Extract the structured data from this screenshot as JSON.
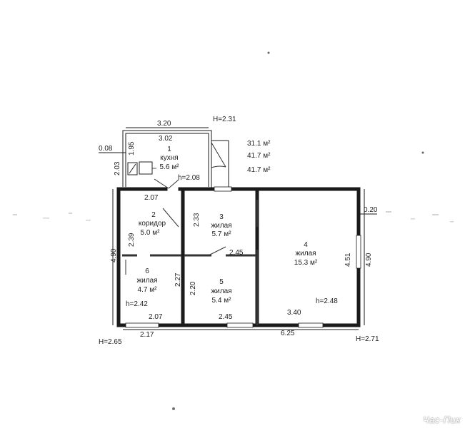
{
  "watermark": "Час-Пик",
  "annotations": {
    "h_top_right": "H=2.31",
    "h_bottom_left": "H=2.65",
    "h_bottom_right": "H=2.71",
    "area_total_1": "31.1 м²",
    "area_total_2": "41.7 м²",
    "area_total_3": "41.7 м²",
    "wall_thickness_left": "0.08",
    "wall_thickness_right": "0.20"
  },
  "rooms": [
    {
      "num": "1",
      "name": "кухня",
      "area": "5.6 м²"
    },
    {
      "num": "2",
      "name": "коридор",
      "area": "5.0 м²"
    },
    {
      "num": "3",
      "name": "жилая",
      "area": "5.7 м²"
    },
    {
      "num": "4",
      "name": "жилая",
      "area": "15.3 м²"
    },
    {
      "num": "5",
      "name": "жилая",
      "area": "5.4 м²"
    },
    {
      "num": "6",
      "name": "жилая",
      "area": "4.7 м²"
    }
  ],
  "heights": {
    "kitchen": "h=2.08",
    "room4": "h=2.48",
    "room6": "h=2.42"
  },
  "dimensions": {
    "top_3_20": "3.20",
    "top_3_02": "3.02",
    "left_1_95": "1.95",
    "left_2_03": "2.03",
    "kitchen_2_07": "2.07",
    "corr_2_33": "2.33",
    "corr_2_39": "2.39",
    "left_4_90": "4.90",
    "mid_2_45": "2.45",
    "mid_2_27": "2.27",
    "mid_2_20": "2.20",
    "bottom_2_07": "2.07",
    "bottom_2_45": "2.45",
    "bottom_3_40": "3.40",
    "bottom_2_17": "2.17",
    "bottom_6_25": "6.25",
    "right_4_51": "4.51",
    "right_4_90": "4.90"
  }
}
